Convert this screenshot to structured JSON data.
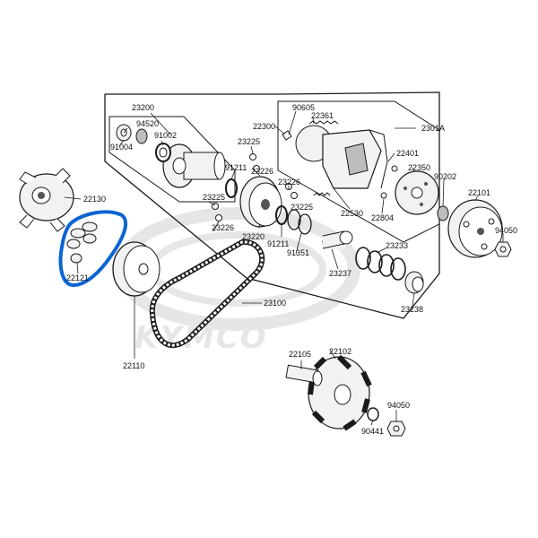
{
  "diagram": {
    "watermark": "KYMCO",
    "colors": {
      "line": "#1a1a1a",
      "highlight": "#0a64d2",
      "watermark": "#e6e6e6",
      "fill_light": "#f2f2f2",
      "fill_mid": "#bdbdbd",
      "fill_dark": "#555555"
    },
    "labels": {
      "p23200": "23200",
      "p94520": "94520",
      "p91004": "91004",
      "p91002": "91002",
      "p23225a": "23225",
      "p91211a": "91211",
      "p23226a": "23226",
      "p23226b": "23226",
      "p23225b": "23225",
      "p23225c": "23225",
      "p23226c": "23226",
      "p23220": "23220",
      "p91211b": "91211",
      "p91351": "91351",
      "p22300": "22300",
      "p90605": "90605",
      "p22361": "22361",
      "p2301A": "2301A",
      "p22401": "22401",
      "p22350": "22350",
      "p90202": "90202",
      "p22101": "22101",
      "p22530": "22530",
      "p22804": "22804",
      "p23237": "23237",
      "p23233": "23233",
      "p23238": "23238",
      "p94050a": "94050",
      "p22130": "22130",
      "p22121": "22121",
      "p22110": "22110",
      "p23100": "23100",
      "p22102": "22102",
      "p22105": "22105",
      "p94050b": "94050",
      "p90441": "90441"
    }
  }
}
